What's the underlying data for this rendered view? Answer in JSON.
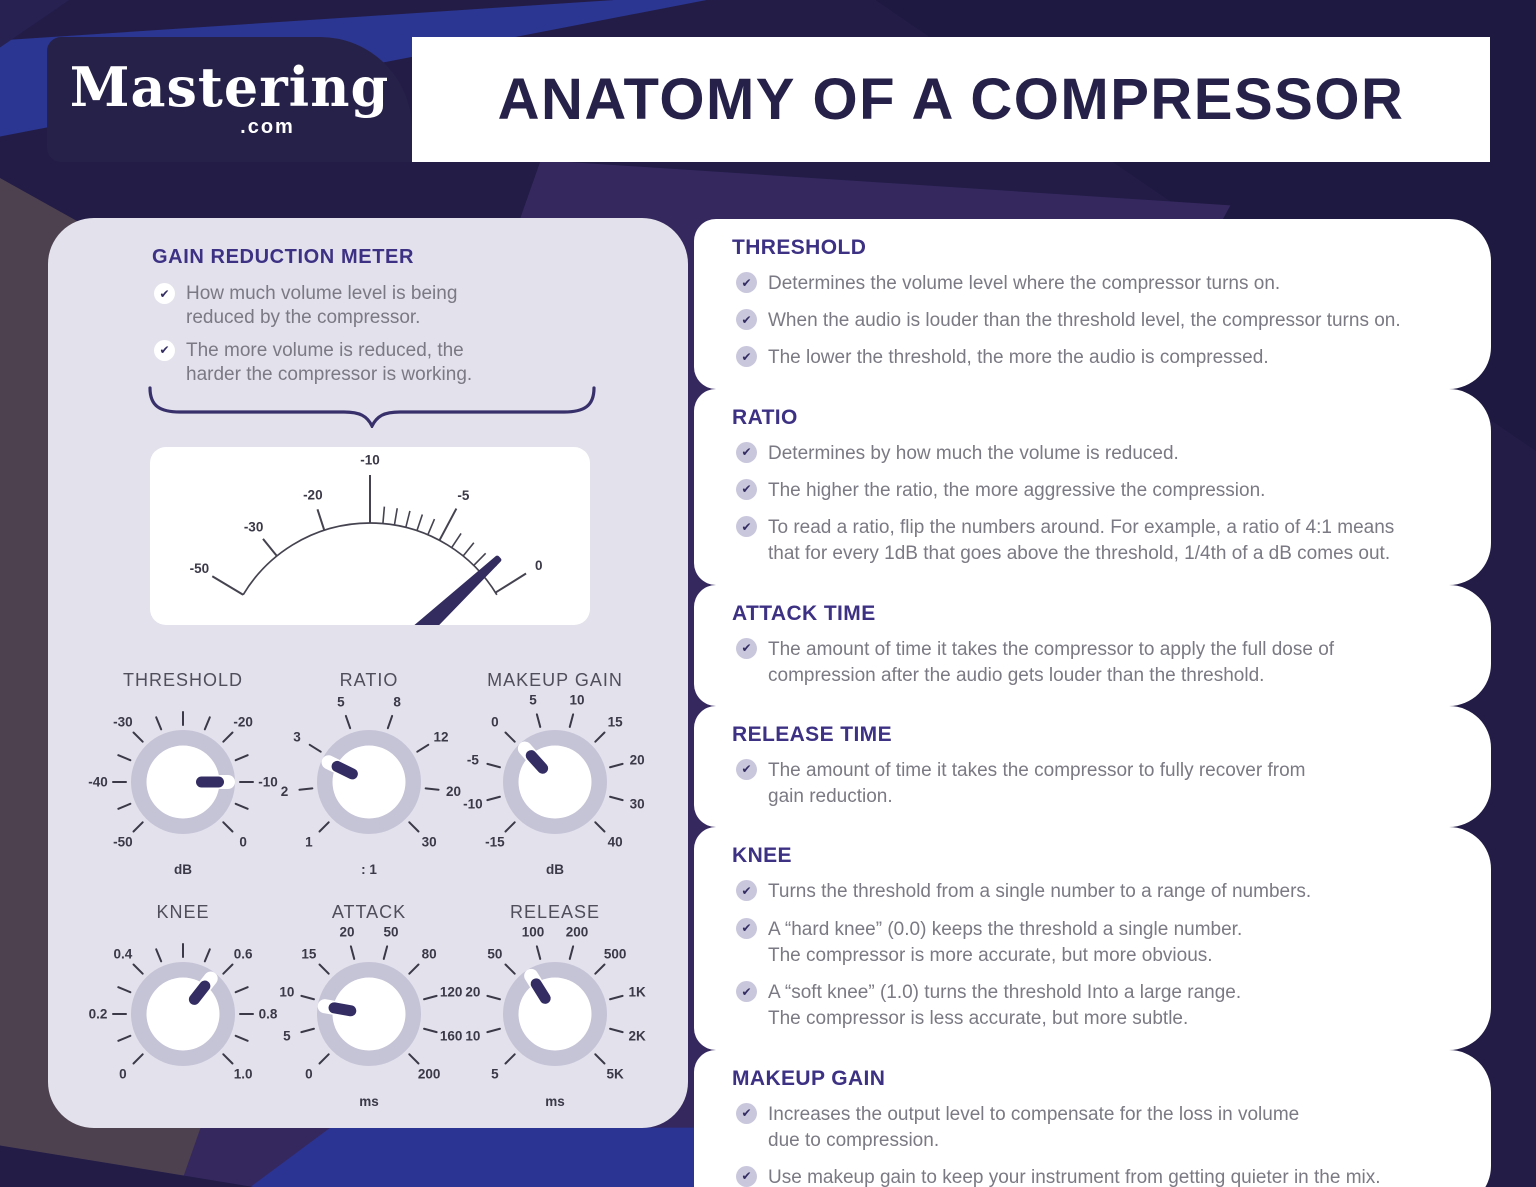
{
  "header": {
    "logo_main": "Mastering",
    "logo_sub": ".com",
    "title": "ANATOMY OF A COMPRESSOR"
  },
  "meter_panel": {
    "title": "GAIN REDUCTION METER",
    "bullets": [
      "How much volume level is being\nreduced by the compressor.",
      "The more volume is reduced, the\nharder the compressor is working."
    ],
    "meter": {
      "major_ticks": [
        {
          "angle": -59,
          "label": "-50",
          "len": 36
        },
        {
          "angle": -39,
          "label": "-30",
          "len": 22
        },
        {
          "angle": -18,
          "label": "-20",
          "len": 22
        },
        {
          "angle": 0,
          "label": "-10",
          "len": 48
        },
        {
          "angle": 28,
          "label": "-5",
          "len": 36
        },
        {
          "angle": 58,
          "label": "0",
          "len": 36
        }
      ],
      "minor_tick_angles": [
        5,
        9.5,
        14,
        18.5,
        23,
        33.5,
        39,
        44.5,
        50
      ],
      "needle_angle": 49
    }
  },
  "knobs": [
    {
      "title": "THRESHOLD",
      "unit": "dB",
      "indicator_angle": 90,
      "ticks": [
        {
          "a": -135,
          "t": "-50"
        },
        {
          "a": -112.5,
          "t": ""
        },
        {
          "a": -90,
          "t": "-40"
        },
        {
          "a": -67.5,
          "t": ""
        },
        {
          "a": -45,
          "t": "-30"
        },
        {
          "a": -22.5,
          "t": ""
        },
        {
          "a": 0,
          "t": ""
        },
        {
          "a": 22.5,
          "t": ""
        },
        {
          "a": 45,
          "t": "-20"
        },
        {
          "a": 67.5,
          "t": ""
        },
        {
          "a": 90,
          "t": "-10"
        },
        {
          "a": 112.5,
          "t": ""
        },
        {
          "a": 135,
          "t": "0"
        }
      ]
    },
    {
      "title": "RATIO",
      "unit": ": 1",
      "indicator_angle": -64,
      "ticks": [
        {
          "a": -135,
          "t": "1"
        },
        {
          "a": -96.4,
          "t": "2"
        },
        {
          "a": -57.9,
          "t": "3"
        },
        {
          "a": -19.3,
          "t": "5"
        },
        {
          "a": 19.3,
          "t": "8"
        },
        {
          "a": 57.9,
          "t": "12"
        },
        {
          "a": 96.4,
          "t": "20"
        },
        {
          "a": 135,
          "t": "30"
        }
      ]
    },
    {
      "title": "MAKEUP GAIN",
      "unit": "dB",
      "indicator_angle": -42,
      "ticks": [
        {
          "a": -135,
          "t": "-15"
        },
        {
          "a": -105,
          "t": "-10"
        },
        {
          "a": -75,
          "t": "-5"
        },
        {
          "a": -45,
          "t": "0"
        },
        {
          "a": -15,
          "t": "5"
        },
        {
          "a": 15,
          "t": "10"
        },
        {
          "a": 45,
          "t": "15"
        },
        {
          "a": 75,
          "t": "20"
        },
        {
          "a": 105,
          "t": "30"
        },
        {
          "a": 135,
          "t": "40"
        }
      ]
    },
    {
      "title": "KNEE",
      "unit": "",
      "indicator_angle": 38,
      "ticks": [
        {
          "a": -135,
          "t": "0"
        },
        {
          "a": -112.5,
          "t": ""
        },
        {
          "a": -90,
          "t": "0.2"
        },
        {
          "a": -67.5,
          "t": ""
        },
        {
          "a": -45,
          "t": "0.4"
        },
        {
          "a": -22.5,
          "t": ""
        },
        {
          "a": 0,
          "t": ""
        },
        {
          "a": 22.5,
          "t": ""
        },
        {
          "a": 45,
          "t": "0.6"
        },
        {
          "a": 67.5,
          "t": ""
        },
        {
          "a": 90,
          "t": "0.8"
        },
        {
          "a": 112.5,
          "t": ""
        },
        {
          "a": 135,
          "t": "1.0"
        }
      ]
    },
    {
      "title": "ATTACK",
      "unit": "ms",
      "indicator_angle": -80,
      "ticks": [
        {
          "a": -135,
          "t": "0"
        },
        {
          "a": -105,
          "t": "5"
        },
        {
          "a": -75,
          "t": "10"
        },
        {
          "a": -45,
          "t": "15"
        },
        {
          "a": -15,
          "t": "20"
        },
        {
          "a": 15,
          "t": "50"
        },
        {
          "a": 45,
          "t": "80"
        },
        {
          "a": 75,
          "t": "120"
        },
        {
          "a": 105,
          "t": "160"
        },
        {
          "a": 135,
          "t": "200"
        }
      ]
    },
    {
      "title": "RELEASE",
      "unit": "ms",
      "indicator_angle": -32,
      "ticks": [
        {
          "a": -135,
          "t": "5"
        },
        {
          "a": -105,
          "t": "10"
        },
        {
          "a": -75,
          "t": "20"
        },
        {
          "a": -45,
          "t": "50"
        },
        {
          "a": -15,
          "t": "100"
        },
        {
          "a": 15,
          "t": "200"
        },
        {
          "a": 45,
          "t": "500"
        },
        {
          "a": 75,
          "t": "1K"
        },
        {
          "a": 105,
          "t": "2K"
        },
        {
          "a": 135,
          "t": "5K"
        }
      ]
    }
  ],
  "cards": [
    {
      "title": "THRESHOLD",
      "bullets": [
        "Determines the volume level where the compressor turns on.",
        "When the audio is louder than the threshold level, the compressor turns on.",
        "The lower the threshold, the more the audio is compressed."
      ]
    },
    {
      "title": "RATIO",
      "bullets": [
        "Determines by how much the volume is reduced.",
        "The higher the ratio, the more aggressive the compression.",
        "To read a ratio, flip the numbers around. For example, a ratio of 4:1 means\nthat for every 1dB that goes above the threshold, 1/4th of a dB comes out."
      ]
    },
    {
      "title": "ATTACK TIME",
      "bullets": [
        "The amount of time it takes the compressor to apply the full dose of\ncompression after the audio gets louder than the threshold."
      ]
    },
    {
      "title": "RELEASE TIME",
      "bullets": [
        "The amount of time it takes the compressor to fully recover from\ngain reduction."
      ]
    },
    {
      "title": "KNEE",
      "bullets": [
        "Turns the threshold from a single number to a range of numbers.",
        "A “hard knee” (0.0) keeps the threshold a single number.\nThe compressor is more accurate, but more obvious.",
        "A “soft knee” (1.0) turns the threshold Into a large range.\nThe compressor is less accurate, but more subtle."
      ]
    },
    {
      "title": "MAKEUP GAIN",
      "bullets": [
        "Increases the output level to compensate for the loss in volume\ndue to compression.",
        "Use makeup gain to keep your instrument from getting quieter in the mix."
      ]
    }
  ],
  "colors": {
    "background_navy": "#221c47",
    "royal_blue": "#2b3692",
    "brown_band": "#4d4150",
    "mid_purple": "#35285e",
    "panel_lavender": "#e2e1ec",
    "heading_purple": "#3d3184",
    "body_gray": "#7b7983",
    "title_navy": "#262149",
    "knob_ring": "#c5c3d6",
    "indicator_navy": "#332d63",
    "tick_dark": "#3b3947"
  }
}
